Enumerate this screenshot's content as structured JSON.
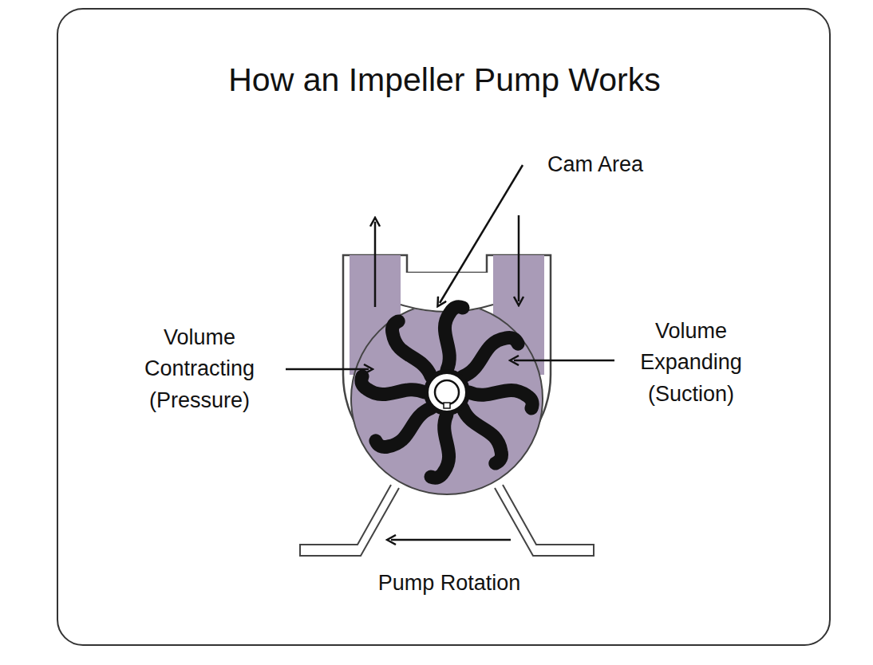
{
  "diagram": {
    "title": "How an Impeller Pump Works",
    "labels": [
      "Cam Area",
      "Volume Contracting (Pressure)",
      "Volume Expanding (Suction)",
      "Pump Rotation"
    ]
  }
}
